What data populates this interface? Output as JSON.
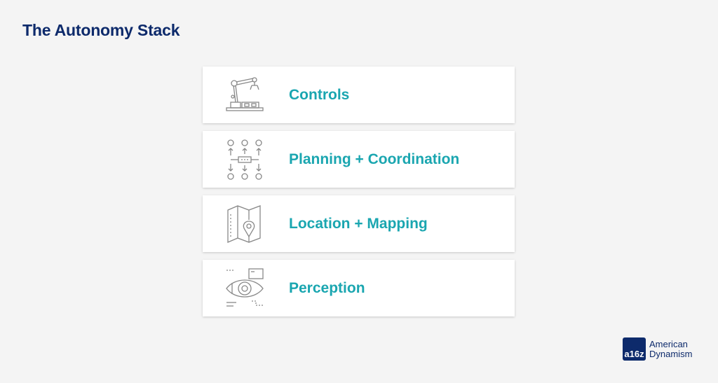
{
  "page": {
    "title": "The Autonomy Stack"
  },
  "stack": {
    "items": [
      {
        "label": "Controls",
        "icon": "robotic-arm-icon"
      },
      {
        "label": "Planning + Coordination",
        "icon": "planning-network-icon"
      },
      {
        "label": "Location + Mapping",
        "icon": "map-pin-icon"
      },
      {
        "label": "Perception",
        "icon": "eye-scan-icon"
      }
    ]
  },
  "brand": {
    "logo_text": "a16z",
    "line1": "American",
    "line2": "Dynamism"
  },
  "colors": {
    "title": "#0d2a6b",
    "accent": "#1aa6b0",
    "background": "#f4f4f4",
    "card": "#ffffff"
  }
}
